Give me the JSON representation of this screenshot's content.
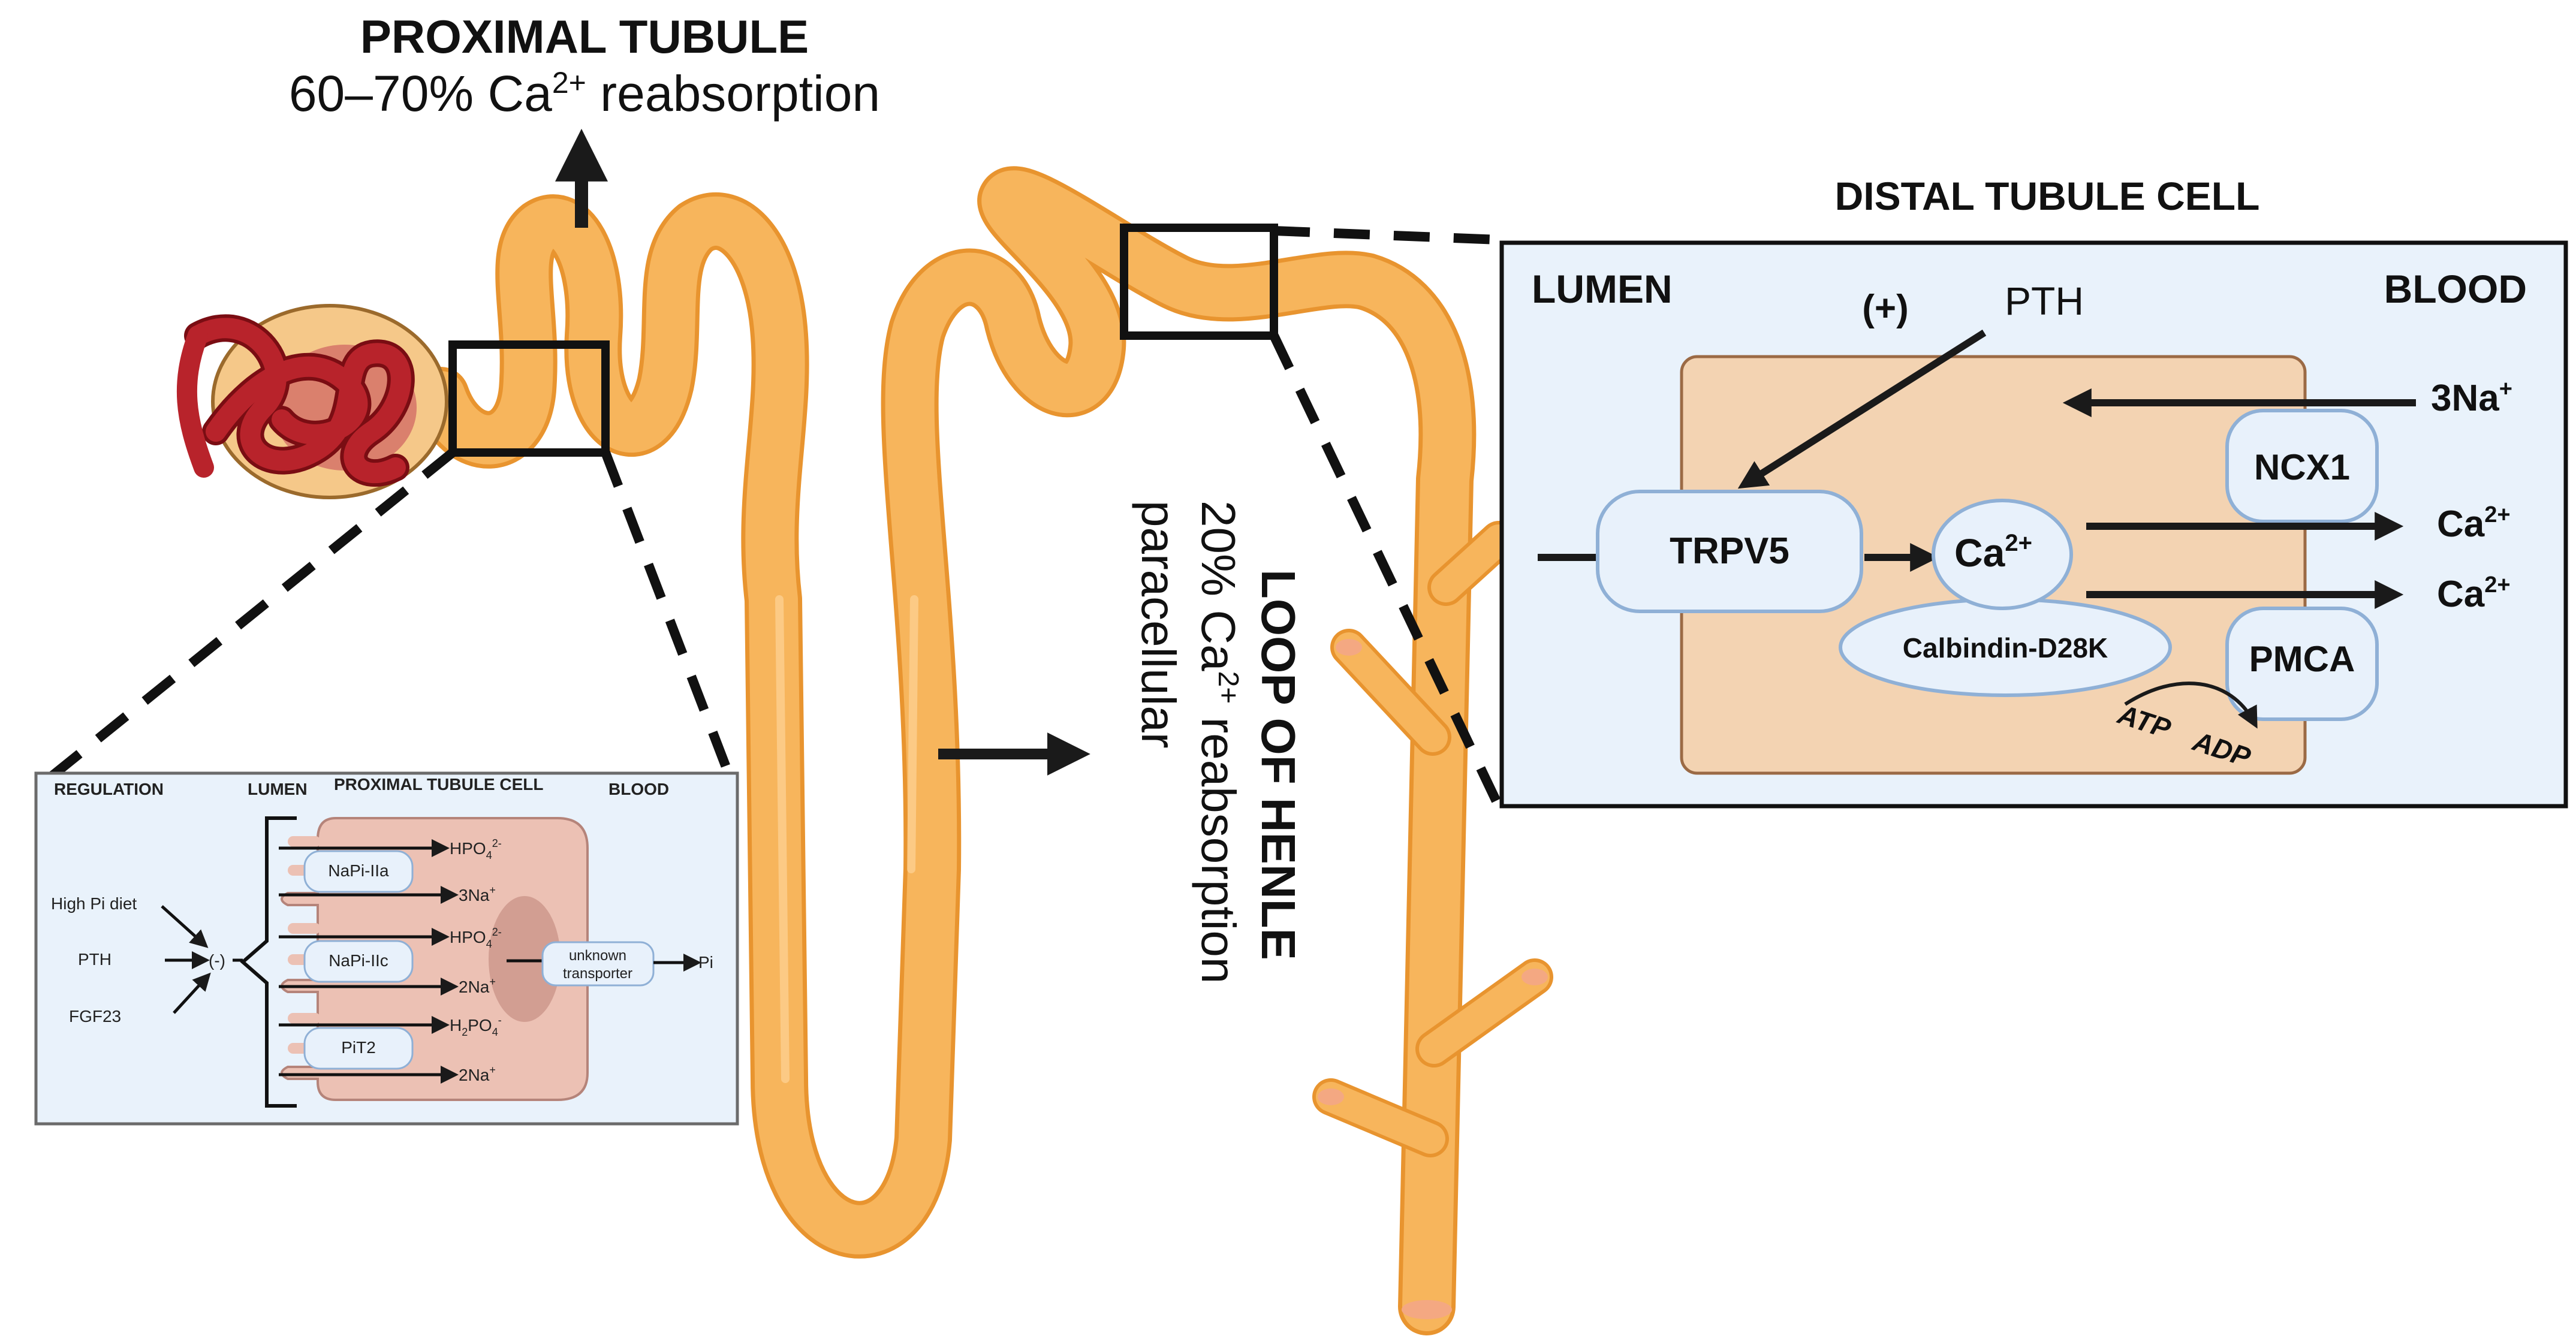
{
  "proximal": {
    "title": "PROXIMAL TUBULE",
    "subtitle_prefix": "60–70% Ca",
    "subtitle_sup": "2+",
    "subtitle_suffix": " reabsorption"
  },
  "loop": {
    "title": "LOOP OF HENLE",
    "line2_prefix": "20% Ca",
    "line2_sup": "2+",
    "line2_suffix": " reabsorption",
    "line3": "paracellular"
  },
  "distal": {
    "title": "DISTAL TUBULE CELL",
    "lumen": "LUMEN",
    "blood": "BLOOD",
    "plus": "(+)",
    "pth": "PTH",
    "trpv5": "TRPV5",
    "ca_center_base": "Ca",
    "ca_center_sup": "2+",
    "calbindin": "Calbindin-D28K",
    "ncx1": "NCX1",
    "pmca": "PMCA",
    "na_out_base": "3Na",
    "na_out_sup": "+",
    "ca_out1_base": "Ca",
    "ca_out1_sup": "2+",
    "ca_out2_base": "Ca",
    "ca_out2_sup": "2+",
    "atp": "ATP",
    "adp": "ADP"
  },
  "ptc": {
    "regulation": "REGULATION",
    "lumen": "LUMEN",
    "cell": "PROXIMAL TUBULE CELL",
    "blood": "BLOOD",
    "high_pi": "High Pi diet",
    "pth": "PTH",
    "fgf23": "FGF23",
    "inhibit": "(-)",
    "napi2a": "NaPi-IIa",
    "napi2c": "NaPi-IIc",
    "pit2": "PiT2",
    "ion1_base": "HPO",
    "ion1_sub": "4",
    "ion1_sup": "2-",
    "ion2_base": "3Na",
    "ion2_sup": "+",
    "ion3_base": "HPO",
    "ion3_sub": "4",
    "ion3_sup": "2-",
    "ion4_base": "2Na",
    "ion4_sup": "+",
    "ion5_base": "H",
    "ion5_sub1": "2",
    "ion5_mid": "PO",
    "ion5_sub2": "4",
    "ion5_sup": "-",
    "ion6_base": "2Na",
    "ion6_sup": "+",
    "unknown_line1": "unknown",
    "unknown_line2": "transporter",
    "pi": "Pi"
  },
  "colors": {
    "tubule": "#f7b55c",
    "tubule_edge": "#e8942f",
    "tubule_light": "#ffd9a0",
    "glomerulus": "#a3161d",
    "capsule": "#f5c889",
    "panel_bg": "#e9f2fb",
    "cell_fill": "#f3d3b2",
    "cell_edge": "#9b6a45",
    "protein_fill": "#e8f1fb",
    "protein_edge": "#8fb0d6",
    "ptc_cell": "#ecc1b4",
    "ptc_nucleus": "#d29e92"
  }
}
